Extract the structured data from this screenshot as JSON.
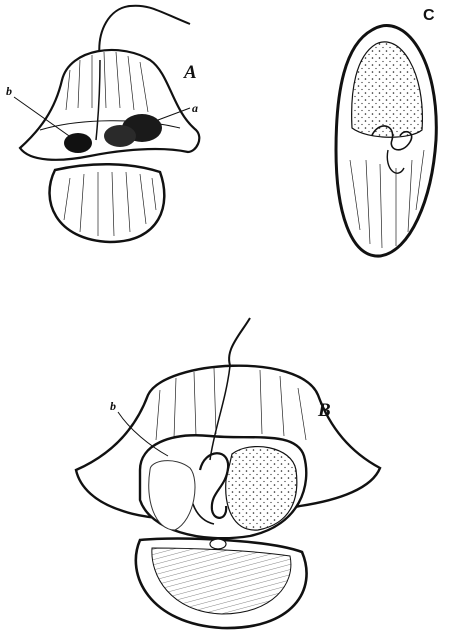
{
  "figures": {
    "A": {
      "label": "A",
      "callouts": {
        "b": "b",
        "a": "a"
      }
    },
    "B": {
      "label": "B",
      "callouts": {
        "b": "b"
      }
    },
    "C": {
      "label": "C"
    }
  },
  "palette": {
    "ink": "#111111",
    "paper": "#ffffff"
  }
}
